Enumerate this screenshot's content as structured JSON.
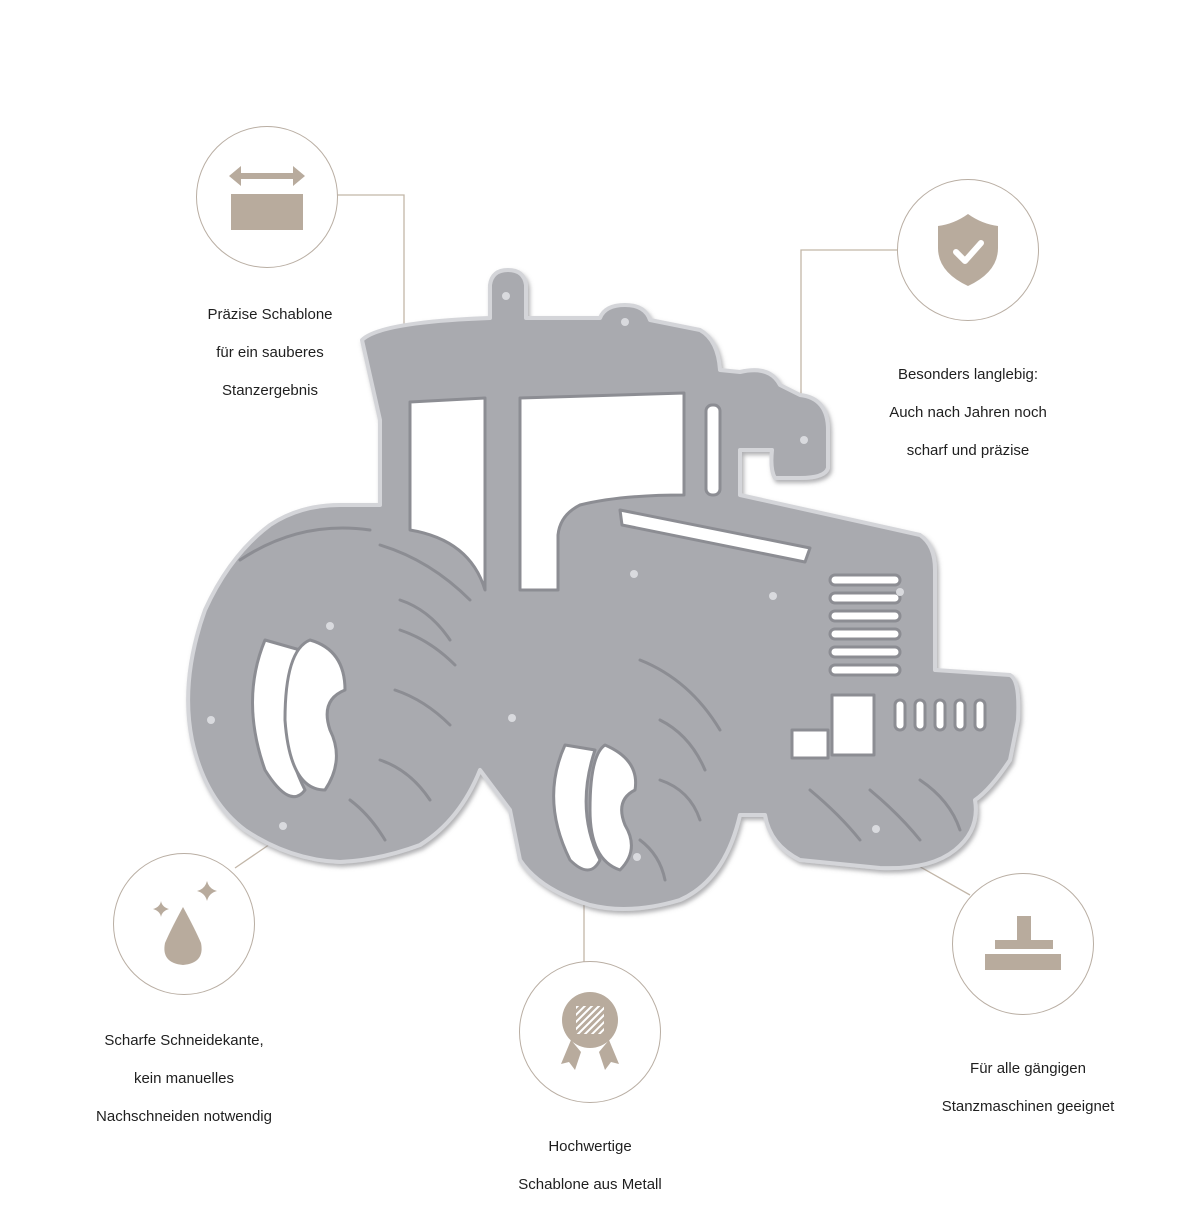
{
  "colors": {
    "icon_fill": "#b8ab9d",
    "circle_stroke": "#b9aea3",
    "leader_line": "#c2b6a8",
    "die_metal": "#a7a8ad",
    "die_metal_light": "#c3c4c8",
    "die_shadow": "#7e7f85",
    "text": "#1f1f1f",
    "background": "#ffffff"
  },
  "product": {
    "name": "tractor-cutting-die",
    "alt": "Metal cutting die shaped like a tractor"
  },
  "features": [
    {
      "id": "precise",
      "icon": "width-arrow-block-icon",
      "line1": "Präzise Schablone",
      "line2": "für ein sauberes",
      "line3": "Stanzergebnis"
    },
    {
      "id": "durable",
      "icon": "shield-check-icon",
      "line1": "Besonders langlebig:",
      "line2": "Auch nach Jahren noch",
      "line3": "scharf und präzise"
    },
    {
      "id": "sharp-edge",
      "icon": "sparkle-drop-icon",
      "line1": "Scharfe Schneidekante,",
      "line2": "kein manuelles",
      "line3": "Nachschneiden notwendig"
    },
    {
      "id": "quality-metal",
      "icon": "award-medal-icon",
      "line1": "Hochwertige",
      "line2": "Schablone aus Metall",
      "line3": ""
    },
    {
      "id": "compatible",
      "icon": "die-press-icon",
      "line1": "Für alle gängigen",
      "line2": "Stanzmaschinen geeignet",
      "line3": ""
    }
  ]
}
